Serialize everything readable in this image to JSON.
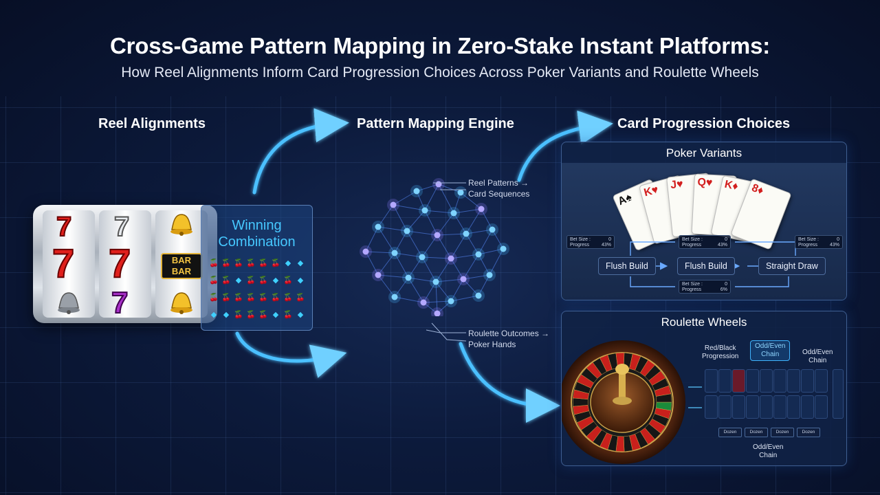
{
  "header": {
    "title": "Cross-Game Pattern Mapping in Zero-Stake Instant Platforms:",
    "subtitle": "How Reel Alignments Inform Card Progression Choices Across Poker Variants and Roulette Wheels"
  },
  "sections": {
    "reels": "Reel Alignments",
    "engine": "Pattern Mapping Engine",
    "choices": "Card Progression Choices"
  },
  "slot": {
    "winning_line1": "Winning",
    "winning_line2": "Combination",
    "reel_bar1": "BAR",
    "reel_bar2": "BAR",
    "seven": "7",
    "symbols": [
      [
        "🍒",
        "🍒",
        "🍒",
        "🍒",
        "🍒",
        "🍒",
        "◆",
        "◆"
      ],
      [
        "🍒",
        "🍒",
        "◆",
        "🍒",
        "🍒",
        "◆",
        "🍒",
        "◆"
      ],
      [
        "🍒",
        "🍒",
        "🍒",
        "🍒",
        "🍒",
        "🍒",
        "🍒",
        "🍒"
      ],
      [
        "◆",
        "◆",
        "🍒",
        "🍒",
        "🍒",
        "◆",
        "🍒",
        "◆"
      ]
    ]
  },
  "engine": {
    "annot_top_line1": "Reel Patterns →",
    "annot_top_line2": "Card Sequences",
    "annot_bottom_line1": "Roulette Outcomes →",
    "annot_bottom_line2": "Poker Hands"
  },
  "poker": {
    "title": "Poker Variants",
    "cards": [
      "A♠",
      "K♥",
      "J♥",
      "Q♥",
      "K♦",
      "8♦"
    ],
    "nodes": [
      "Flush Build",
      "Flush Build",
      "Straight Draw"
    ],
    "mini_boxes": [
      {
        "label1": "Bet Size :",
        "val1": "0",
        "label2": "Progress",
        "val2": "43%"
      },
      {
        "label1": "Bet Size :",
        "val1": "0",
        "label2": "Progress",
        "val2": "43%"
      },
      {
        "label1": "Bet Size :",
        "val1": "0",
        "label2": "Progress",
        "val2": "43%"
      },
      {
        "label1": "Bet Size :",
        "val1": "0",
        "label2": "Progress",
        "val2": "6%"
      }
    ]
  },
  "roulette": {
    "title": "Roulette Wheels",
    "label_redblack_line1": "Red/Black",
    "label_redblack_line2": "Progression",
    "label_oddeven_top_line1": "Odd/Even",
    "label_oddeven_top_line2": "Chain",
    "label_oddeven_right_line1": "Odd/Even",
    "label_oddeven_right_line2": "Chain",
    "label_oddeven_bottom_line1": "Odd/Even",
    "label_oddeven_bottom_line2": "Chain",
    "footer_buttons": [
      "Dozen",
      "Dozen",
      "Dozen",
      "Dozen"
    ]
  },
  "colors": {
    "accent_blue": "#3fb4ff",
    "arrow_glow": "#5ac8ff",
    "node_purple": "#8a7bff",
    "node_blue": "#48b8ff",
    "panel_border": "#3f5f92",
    "red_seven": "#e0201c",
    "purple_seven": "#a830c8",
    "winning_text": "#46c8ff"
  }
}
